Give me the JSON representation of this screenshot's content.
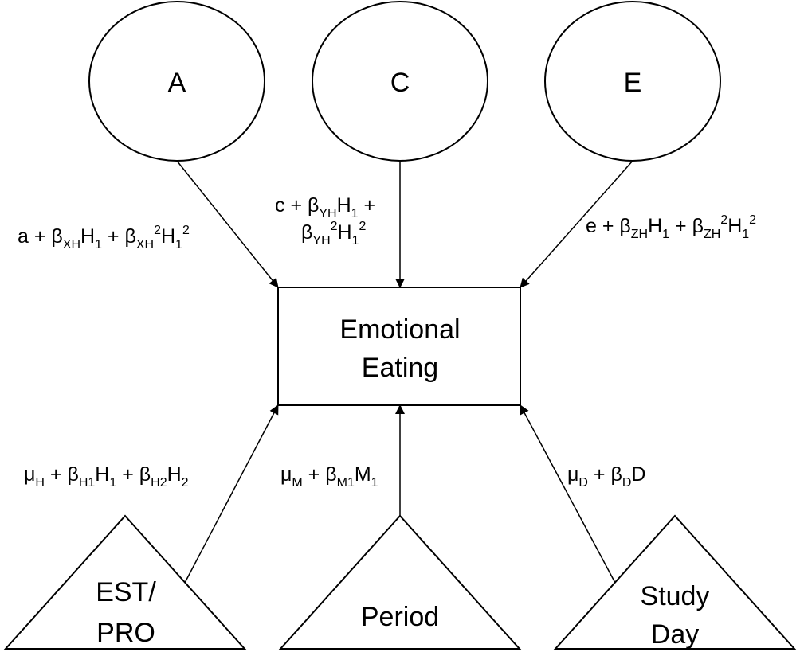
{
  "diagram": {
    "latent": {
      "a": "A",
      "c": "C",
      "e": "E"
    },
    "outcome": {
      "line1": "Emotional",
      "line2": "Eating"
    },
    "covariates": {
      "est_line1": "EST/",
      "est_line2": "PRO",
      "period": "Period",
      "study_line1": "Study",
      "study_line2": "Day"
    },
    "paths": {
      "a_path": [
        {
          "t": "a + β"
        },
        {
          "t": "XH",
          "s": "sub"
        },
        {
          "t": "H"
        },
        {
          "t": "1",
          "s": "sub"
        },
        {
          "t": " + β"
        },
        {
          "t": "XH",
          "s": "sub"
        },
        {
          "t": "2",
          "s": "sup"
        },
        {
          "t": "H"
        },
        {
          "t": "1",
          "s": "sub"
        },
        {
          "t": "2",
          "s": "sup"
        }
      ],
      "c_path_line1": [
        {
          "t": "c + β"
        },
        {
          "t": "YH",
          "s": "sub"
        },
        {
          "t": "H"
        },
        {
          "t": "1",
          "s": "sub"
        },
        {
          "t": " +"
        }
      ],
      "c_path_line2": [
        {
          "t": "β"
        },
        {
          "t": "YH",
          "s": "sub"
        },
        {
          "t": "2",
          "s": "sup"
        },
        {
          "t": "H"
        },
        {
          "t": "1",
          "s": "sub"
        },
        {
          "t": "2",
          "s": "sup"
        }
      ],
      "e_path": [
        {
          "t": "e + β"
        },
        {
          "t": "ZH",
          "s": "sub"
        },
        {
          "t": "H"
        },
        {
          "t": "1",
          "s": "sub"
        },
        {
          "t": " + β"
        },
        {
          "t": "ZH",
          "s": "sub"
        },
        {
          "t": "2",
          "s": "sup"
        },
        {
          "t": "H"
        },
        {
          "t": "1",
          "s": "sub"
        },
        {
          "t": "2",
          "s": "sup"
        }
      ],
      "est_path": [
        {
          "t": "μ"
        },
        {
          "t": "H",
          "s": "sub"
        },
        {
          "t": " + β"
        },
        {
          "t": "H1",
          "s": "sub"
        },
        {
          "t": "H"
        },
        {
          "t": "1",
          "s": "sub"
        },
        {
          "t": " + β"
        },
        {
          "t": "H2",
          "s": "sub"
        },
        {
          "t": "H"
        },
        {
          "t": "2",
          "s": "sub"
        }
      ],
      "period_path": [
        {
          "t": "μ"
        },
        {
          "t": "M",
          "s": "sub"
        },
        {
          "t": " + β"
        },
        {
          "t": "M1",
          "s": "sub"
        },
        {
          "t": "M"
        },
        {
          "t": "1",
          "s": "sub"
        }
      ],
      "day_path": [
        {
          "t": "μ"
        },
        {
          "t": "D",
          "s": "sub"
        },
        {
          "t": " + β"
        },
        {
          "t": "D",
          "s": "sub"
        },
        {
          "t": "D"
        }
      ]
    }
  }
}
